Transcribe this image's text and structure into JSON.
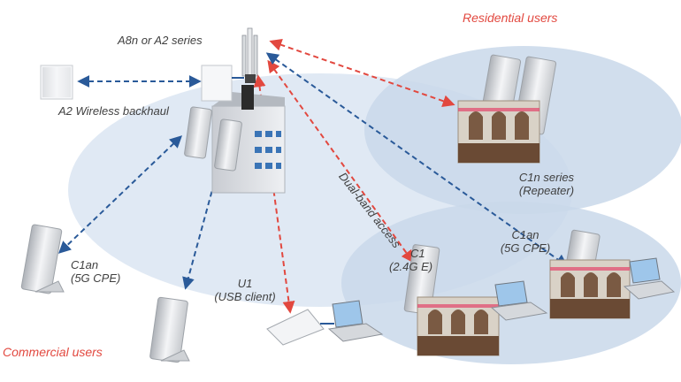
{
  "labels": {
    "residential_users": "Residential users",
    "commercial_users": "Commercial users",
    "a8n_series": "A8n or A2 series",
    "a2_backhaul": "A2 Wireless backhaul",
    "dual_band": "Dual-band access",
    "c1n_line1": "C1n series",
    "c1n_line2": "(Repeater)",
    "c1an_left_line1": "C1an",
    "c1an_left_line2": "(5G CPE)",
    "c1an_right_line1": "C1an",
    "c1an_right_line2": "(5G CPE)",
    "u1_line1": "U1",
    "u1_line2": "(USB client)",
    "c1_line1": "C1",
    "c1_line2": "(2.4G      E)"
  },
  "colors": {
    "link_red": "#e2483f",
    "link_blue": "#2a5a99",
    "zone_fill": "#dbe6f3",
    "accent_label": "#e2483f"
  }
}
